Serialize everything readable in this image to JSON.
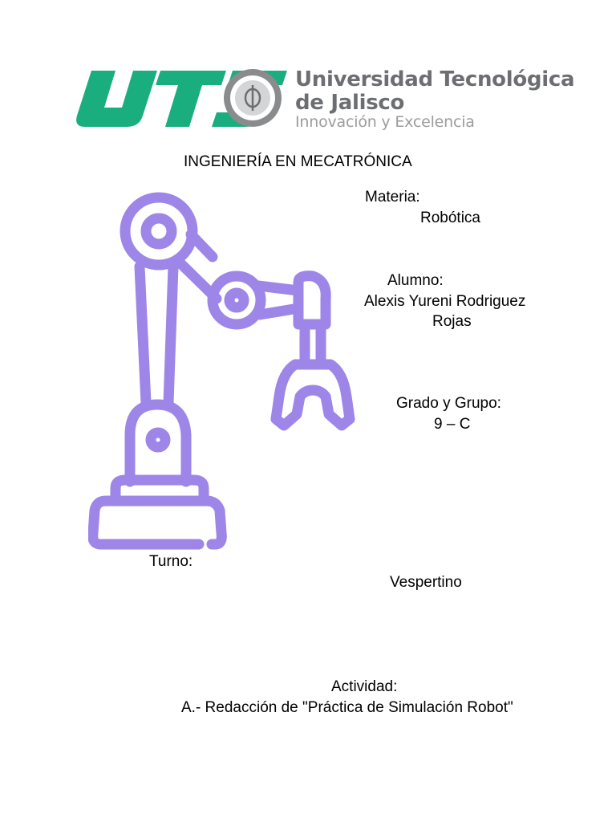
{
  "header": {
    "logo_text": "UTJ",
    "university_line1": "Universidad Tecnológica",
    "university_line2": "de Jalisco",
    "slogan": "Innovación y Excelencia",
    "brand_green": "#1aae7e",
    "brand_gray": "#6d6e71"
  },
  "document": {
    "career": "INGENIERÍA EN MECATRÓNICA",
    "subject_label": "Materia:",
    "subject_value": "Robótica",
    "student_label": "Alumno:",
    "student_name_line1": "Alexis Yureni Rodriguez",
    "student_name_line2": "Rojas",
    "group_label": "Grado y Grupo:",
    "group_value": "9 – C",
    "shift_label": "Turno:",
    "shift_value": "Vespertino",
    "activity_label": "Actividad:",
    "activity_value": "A.- Redacción de \"Práctica de Simulación Robot\""
  },
  "illustration": {
    "icon": "robotic-arm-icon",
    "color": "#9e86e8"
  }
}
